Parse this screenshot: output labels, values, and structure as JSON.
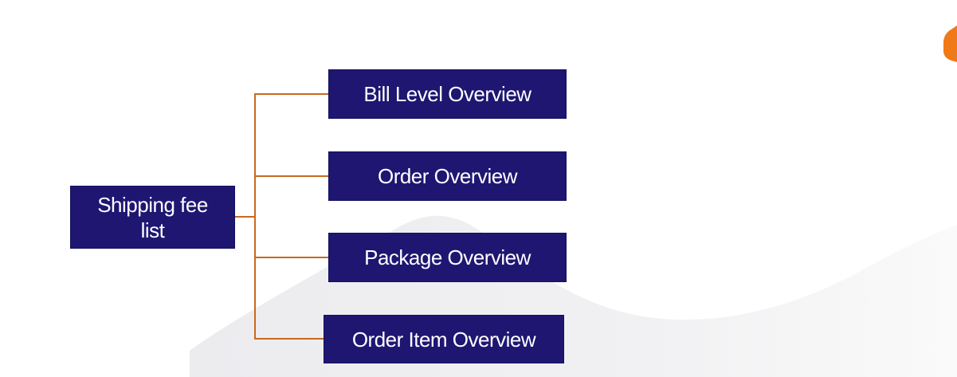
{
  "colors": {
    "node_fill": "#1f1672",
    "connector": "#c8691f",
    "accent_shape": "#f07a18",
    "background_shape": "#e9e9ec"
  },
  "diagram": {
    "root": {
      "label_line1": "Shipping fee",
      "label_line2": "list"
    },
    "children": [
      {
        "label": "Bill Level Overview"
      },
      {
        "label": "Order Overview"
      },
      {
        "label": "Package Overview"
      },
      {
        "label": "Order Item Overview"
      }
    ]
  }
}
